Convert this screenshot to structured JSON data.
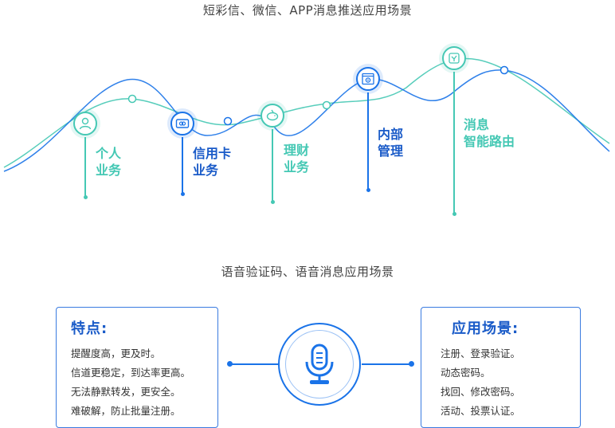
{
  "sms_section": {
    "title": "短彩信、微信、APP消息推送应用场景",
    "nodes": [
      {
        "label": "个人\n业务",
        "icon": "person-icon",
        "color": "teal"
      },
      {
        "label": "信用卡\n业务",
        "icon": "credit-card-icon",
        "color": "blue"
      },
      {
        "label": "理财\n业务",
        "icon": "piggy-bank-icon",
        "color": "teal"
      },
      {
        "label": "内部\n管理",
        "icon": "settings-panel-icon",
        "color": "blue"
      },
      {
        "label": "消息\n智能路由",
        "icon": "router-icon",
        "color": "teal"
      }
    ]
  },
  "voice_section": {
    "title": "语音验证码、语音消息应用场景",
    "features": {
      "title": "特点:",
      "items": [
        "提醒度高，更及时。",
        "信道更稳定，到达率更高。",
        "无法静默转发，更安全。",
        "难破解，防止批量注册。"
      ]
    },
    "scenarios": {
      "title": "应用场景:",
      "items": [
        "注册、登录验证。",
        "动态密码。",
        "找回、修改密码。",
        "活动、投票认证。"
      ]
    },
    "center_icon": "microphone-icon"
  },
  "colors": {
    "teal": "#45c8b4",
    "blue": "#1a73e8",
    "dark_blue": "#1a5bc8"
  }
}
